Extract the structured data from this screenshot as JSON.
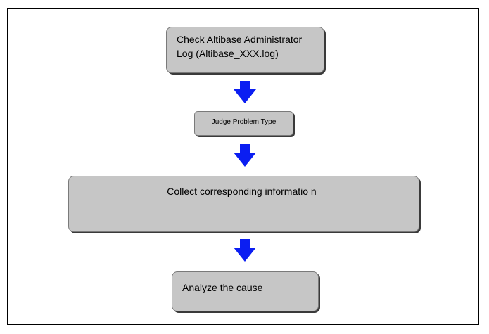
{
  "flowchart": {
    "steps": [
      {
        "label": "Check Altibase Administrator Log (Altibase_XXX.log)"
      },
      {
        "label": "Judge Problem Type"
      },
      {
        "label": "Collect corresponding informatio n"
      },
      {
        "label": "Analyze the cause"
      }
    ],
    "colors": {
      "box_fill": "#c6c6c6",
      "arrow": "#0b1ef2",
      "border": "#000000"
    }
  }
}
